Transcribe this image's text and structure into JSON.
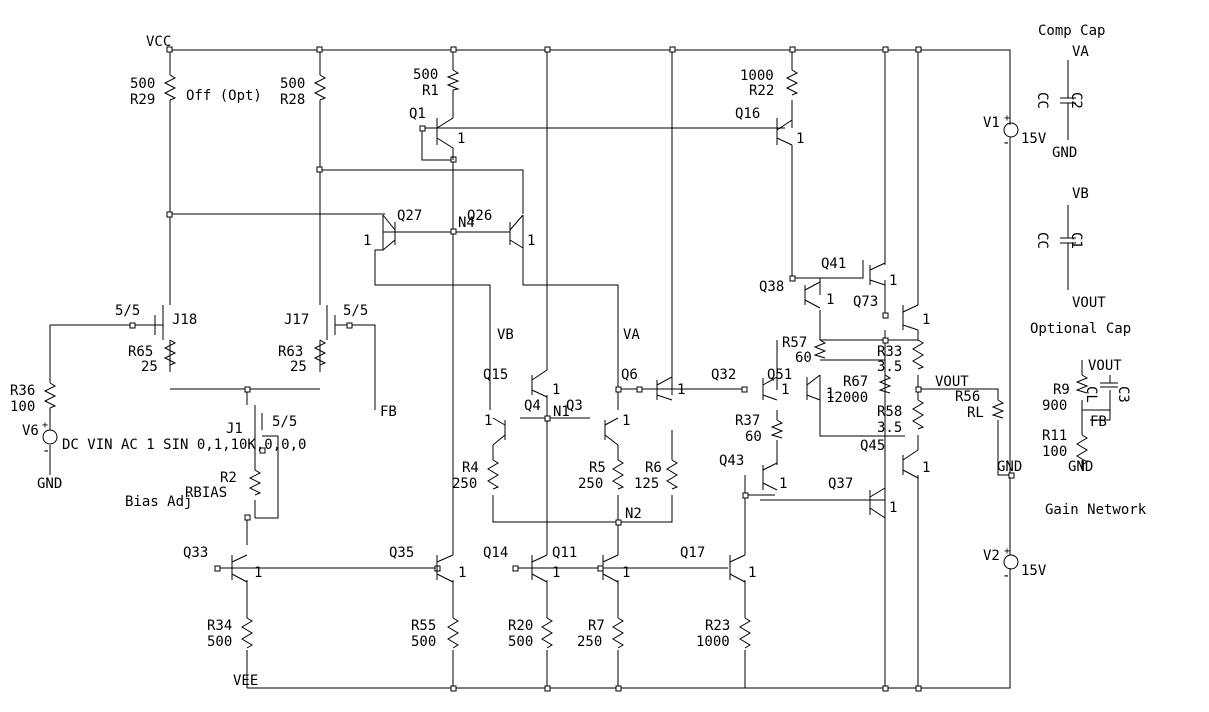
{
  "nets": {
    "vcc": "VCC",
    "vee": "VEE",
    "va": "VA",
    "vb": "VB",
    "fb": "FB",
    "n1": "N1",
    "n2": "N2",
    "n4": "N4",
    "vout": "VOUT",
    "gnd": "GND"
  },
  "transistors": {
    "q1": "Q1",
    "q3": "Q3",
    "q4": "Q4",
    "q6": "Q6",
    "q11": "Q11",
    "q14": "Q14",
    "q15": "Q15",
    "q16": "Q16",
    "q17": "Q17",
    "q26": "Q26",
    "q27": "Q27",
    "q32": "Q32",
    "q33": "Q33",
    "q35": "Q35",
    "q37": "Q37",
    "q38": "Q38",
    "q41": "Q41",
    "q43": "Q43",
    "q45": "Q45",
    "q51": "Q51",
    "q73": "Q73",
    "area": "1"
  },
  "jfets": {
    "j1": "J1",
    "j17": "J17",
    "j18": "J18",
    "size": "5/5"
  },
  "resistors": {
    "r1": {
      "name": "R1",
      "value": "500"
    },
    "r2": {
      "name": "R2",
      "value": "RBIAS"
    },
    "r4": {
      "name": "R4",
      "value": "250"
    },
    "r5": {
      "name": "R5",
      "value": "250"
    },
    "r6": {
      "name": "R6",
      "value": "125"
    },
    "r7": {
      "name": "R7",
      "value": "250"
    },
    "r9": {
      "name": "R9",
      "value": "900"
    },
    "r11": {
      "name": "R11",
      "value": "100"
    },
    "r20": {
      "name": "R20",
      "value": "500"
    },
    "r22": {
      "name": "R22",
      "value": "1000"
    },
    "r23": {
      "name": "R23",
      "value": "1000"
    },
    "r28": {
      "name": "R28",
      "value": "500"
    },
    "r29": {
      "name": "R29",
      "value": "500"
    },
    "r33": {
      "name": "R33",
      "value": "3.5"
    },
    "r34": {
      "name": "R34",
      "value": "500"
    },
    "r36": {
      "name": "R36",
      "value": "100"
    },
    "r37": {
      "name": "R37",
      "value": "60"
    },
    "r55": {
      "name": "R55",
      "value": "500"
    },
    "r56": {
      "name": "R56",
      "value": "RL"
    },
    "r57": {
      "name": "R57",
      "value": "60"
    },
    "r58": {
      "name": "R58",
      "value": "3.5"
    },
    "r63": {
      "name": "R63",
      "value": "25"
    },
    "r65": {
      "name": "R65",
      "value": "25"
    },
    "r67": {
      "name": "R67",
      "value": "12000"
    }
  },
  "capacitors": {
    "c1": {
      "name": "C1",
      "value": "CC"
    },
    "c2": {
      "name": "C2",
      "value": "CC"
    },
    "c3": {
      "name": "C3",
      "cl": "CL"
    }
  },
  "sources": {
    "v1": {
      "name": "V1",
      "value": "15V"
    },
    "v2": {
      "name": "V2",
      "value": "15V"
    },
    "v6": {
      "name": "V6",
      "spec": "DC VIN AC 1 SIN 0,1,10K,0,0,0"
    },
    "plus": "+",
    "minus": "-"
  },
  "notes": {
    "offset": "Off (Opt)",
    "bias_adj": "Bias Adj",
    "comp_cap": "Comp Cap",
    "optional_cap": "Optional Cap",
    "gain_network": "Gain Network"
  }
}
